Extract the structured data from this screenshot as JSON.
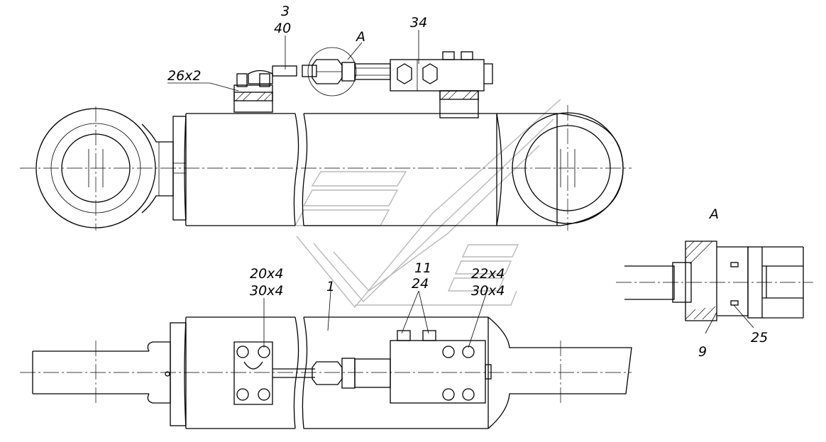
{
  "labels": {
    "top_3": "3",
    "top_40": "40",
    "detail_ref": "A",
    "top_34": "34",
    "top_26x2": "26x2",
    "detail_title": "A",
    "bottom_20x4": "20x4",
    "bottom_30x4_left": "30x4",
    "bottom_11": "11",
    "bottom_24": "24",
    "bottom_22x4": "22x4",
    "bottom_30x4_right": "30x4",
    "bottom_1": "1",
    "detail_9": "9",
    "detail_25": "25"
  },
  "colors": {
    "line": "#000000",
    "watermark": "#b9b9b9",
    "background": "#ffffff"
  },
  "icons": {
    "hex_nut": "hex-nut-icon",
    "bolt_head": "bolt-head-icon"
  }
}
